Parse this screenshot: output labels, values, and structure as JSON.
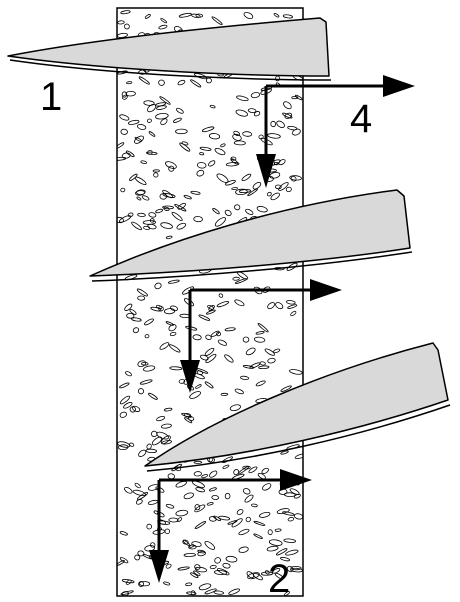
{
  "labels": {
    "one": "1",
    "two": "2",
    "four": "4"
  },
  "colors": {
    "stone_fill": "#ffffff",
    "stone_outline": "#000000",
    "speckle": "#000000",
    "blade_fill": "#d9d9d9",
    "blade_outline": "#000000",
    "arrow": "#000000"
  },
  "icons": {
    "blade": "knife-blade-icon",
    "stone": "whetstone-icon",
    "arrow": "direction-arrow-icon"
  }
}
